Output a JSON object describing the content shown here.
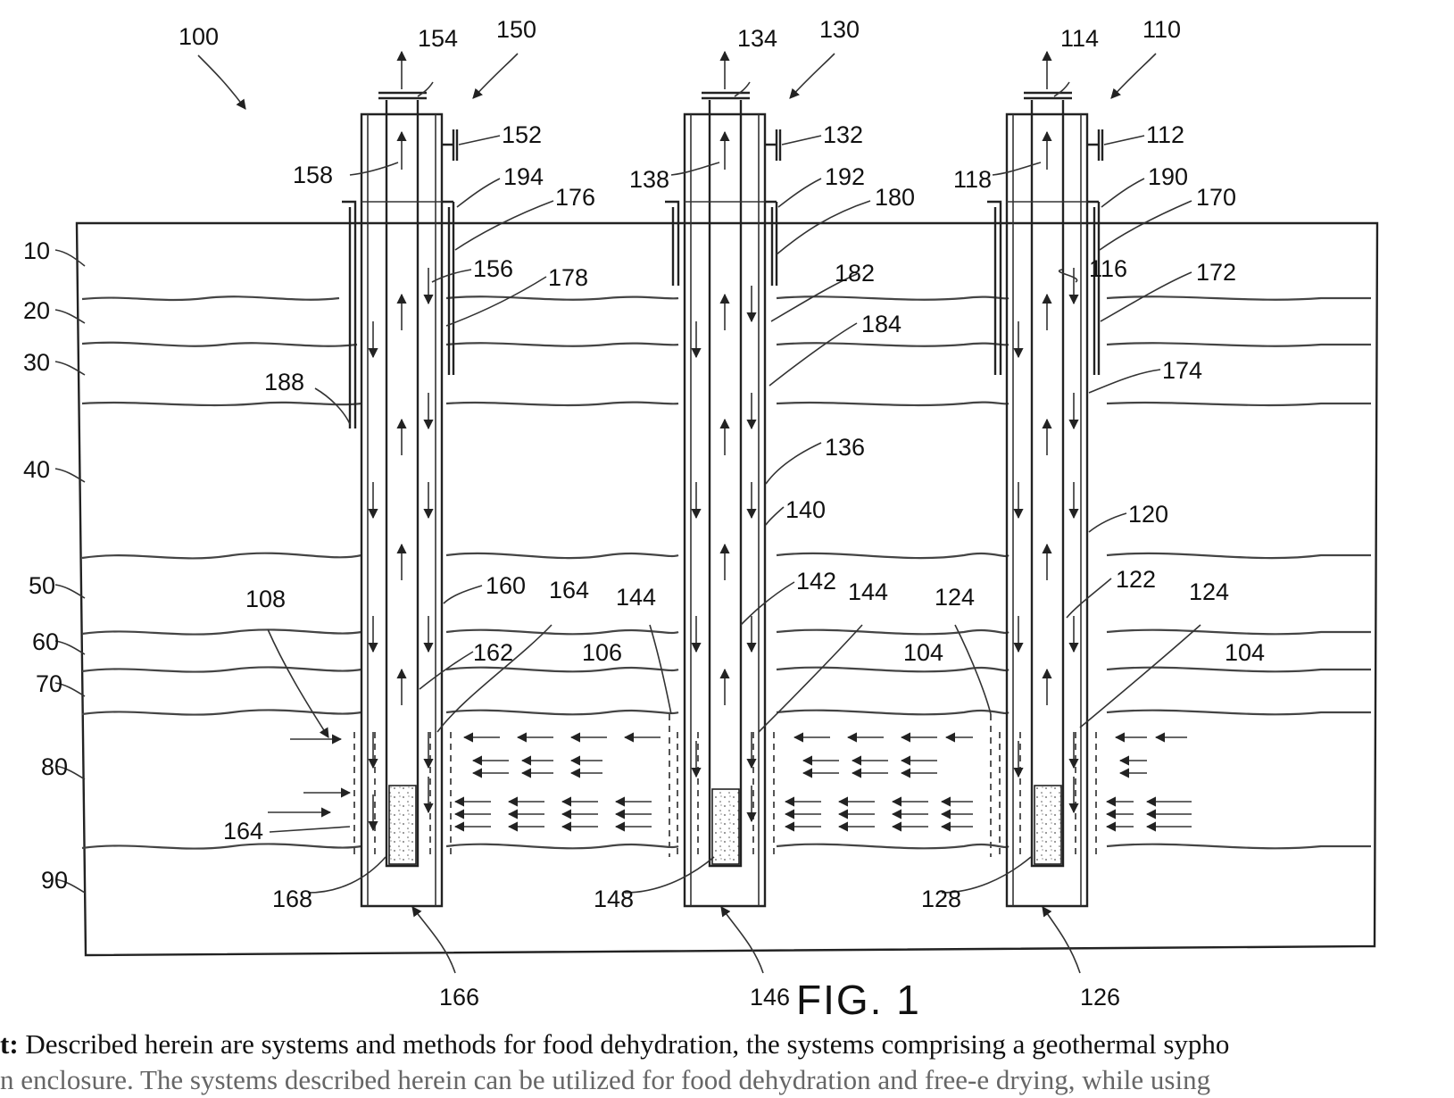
{
  "figure": {
    "caption": "FIG. 1",
    "overview_ref": "100",
    "layer_labels": [
      "10",
      "20",
      "30",
      "40",
      "50",
      "60",
      "70",
      "80",
      "90"
    ],
    "labels": [
      "100",
      "154",
      "150",
      "134",
      "130",
      "114",
      "110",
      "152",
      "132",
      "112",
      "158",
      "138",
      "118",
      "194",
      "192",
      "190",
      "176",
      "180",
      "170",
      "156",
      "116",
      "178",
      "182",
      "172",
      "184",
      "174",
      "188",
      "136",
      "140",
      "120",
      "160",
      "142",
      "122",
      "108",
      "164",
      "144",
      "144",
      "124",
      "124",
      "106",
      "104",
      "104",
      "162",
      "164",
      "168",
      "148",
      "128",
      "166",
      "146",
      "126"
    ]
  },
  "abstract": {
    "label": "t:",
    "line1": " Described herein are systems and methods for food dehydration, the systems comprising a geothermal sypho",
    "line2": "n enclosure. The systems described herein can be utilized for food dehydration and free-e drying, while using"
  }
}
